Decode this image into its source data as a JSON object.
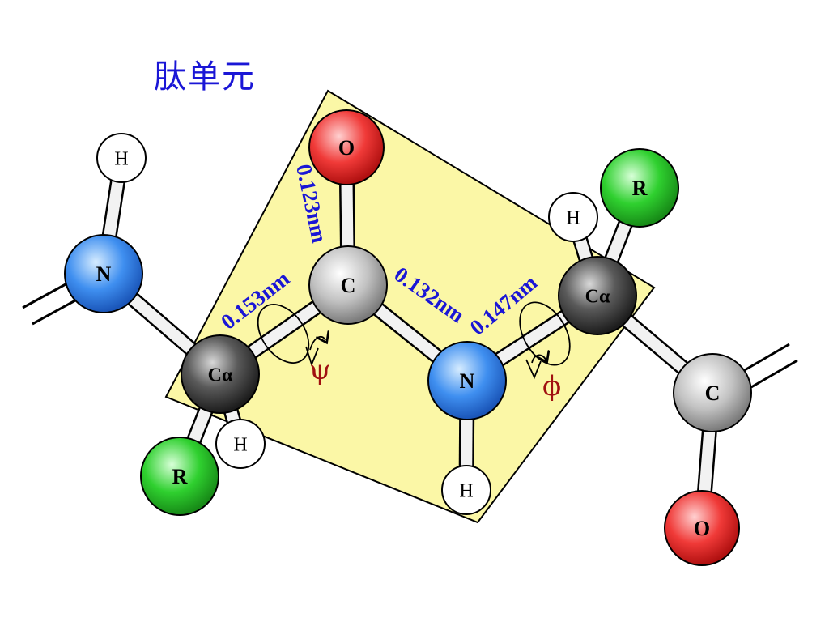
{
  "title": "肽单元",
  "atoms": {
    "o_top": "O",
    "c_center": "C",
    "n_center": "N",
    "h_below_n": "H",
    "ca_left": "Cα",
    "ca_right": "Cα",
    "n_left": "N",
    "h_left_top": "H",
    "r_left": "R",
    "h_left_low": "H",
    "h_right": "H",
    "r_right": "R",
    "c_right": "C",
    "o_right": "O"
  },
  "bond_lengths": {
    "c_o": "0.123nm",
    "ca_c": "0.153nm",
    "c_n": "0.132nm",
    "n_ca": "0.147nm"
  },
  "angles": {
    "psi": "ψ",
    "phi": "ϕ"
  },
  "colors": {
    "plane_fill": "#fbf7a6",
    "oxygen": "#e8201f",
    "carbon": "#a9a9a9",
    "alpha_carbon": "#3f3f3f",
    "nitrogen": "#2f7fe0",
    "r_group": "#28c228",
    "hydrogen": "#ffffff",
    "label_blue": "#1a16d6",
    "angle_red": "#a01010"
  }
}
